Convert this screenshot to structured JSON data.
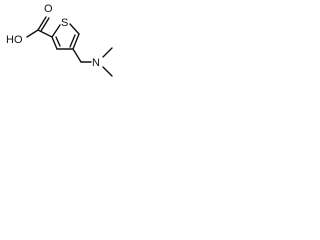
{
  "molecule": {
    "atom_labels": {
      "hydroxyl": "HO",
      "carbonyl_oxygen": "O",
      "sulfur": "S",
      "nitrogen": "N"
    }
  },
  "colors": {
    "bond": "#111111",
    "label": "#111111",
    "background": "#ffffff"
  }
}
